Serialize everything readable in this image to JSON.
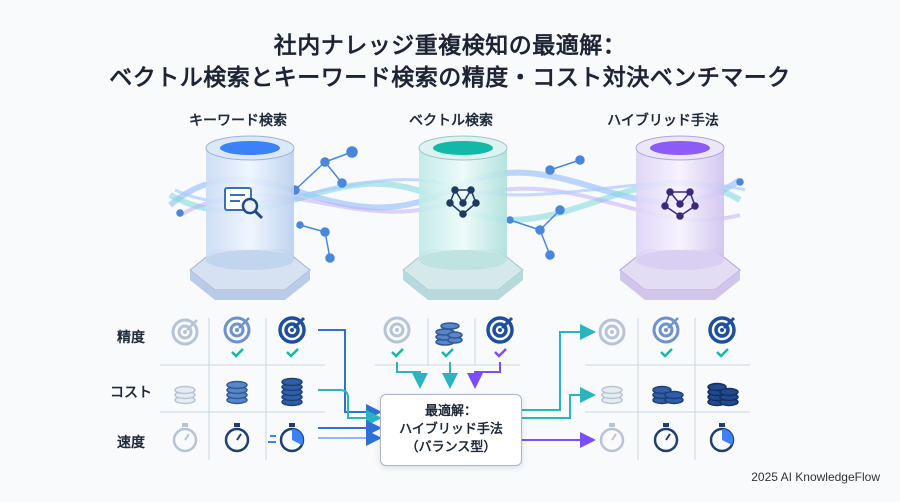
{
  "title": {
    "line1": "社内ナレッジ重複検知の最適解：",
    "line2": "ベクトル検索とキーワード検索の精度・コスト対決ベンチマーク"
  },
  "columns": [
    {
      "label": "キーワード検索",
      "accent": "#3b82f6"
    },
    {
      "label": "ベクトル検索",
      "accent": "#14b8a6"
    },
    {
      "label": "ハイブリッド手法",
      "accent": "#8b5cf6"
    }
  ],
  "rows": [
    {
      "label": "精度"
    },
    {
      "label": "コスト"
    },
    {
      "label": "速度"
    }
  ],
  "result": {
    "line1": "最適解：",
    "line2": "ハイブリッド手法",
    "line3": "（バランス型）"
  },
  "footer": "2025 AI KnowledgeFlow",
  "colors": {
    "blue": "#2f5fa8",
    "teal": "#2bb3c0",
    "purple": "#7c4dff",
    "check": "#14b8a6"
  }
}
